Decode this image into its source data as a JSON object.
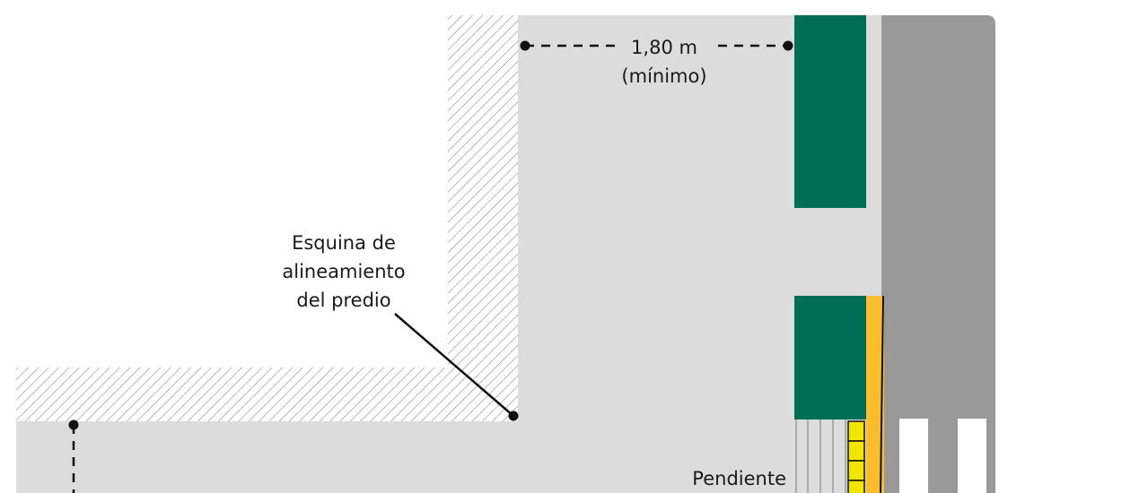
{
  "colors": {
    "background": "#ffffff",
    "sidewalk": "#dcdcdc",
    "road": "#999999",
    "green_strip": "#006e55",
    "ramp_orange": "#fbbd2e",
    "tactile_yellow": "#f2e500",
    "hatch": "#8a8a8a",
    "marker": "#111111",
    "crosswalk": "#ffffff"
  },
  "labels": {
    "dimension_value": "1,80 m",
    "dimension_note": "(mínimo)",
    "corner_line1": "Esquina de",
    "corner_line2": "alineamiento",
    "corner_line3": "del predio",
    "slope": "Pendiente"
  }
}
